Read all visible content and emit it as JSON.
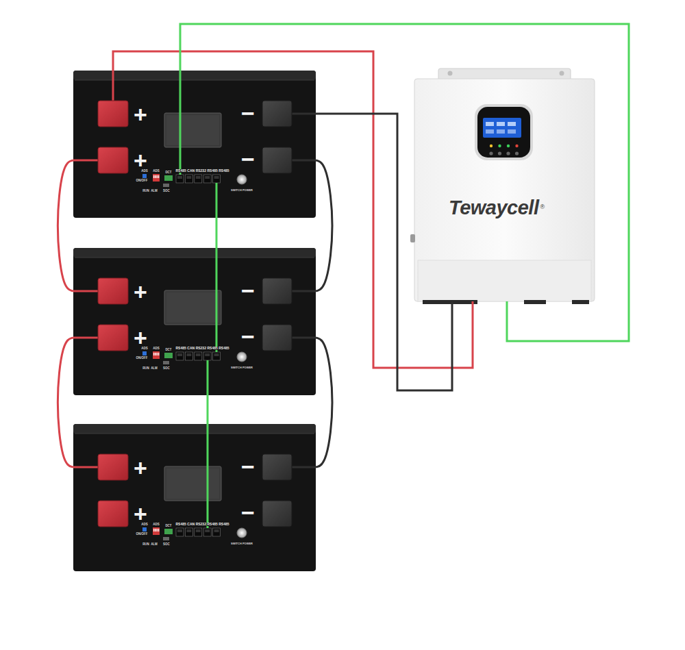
{
  "diagram": {
    "nodes": [
      {
        "text": [
          "+",
          "+",
          "−",
          "−",
          "RS485",
          "CAN",
          "RS232",
          "RS485",
          "RS485",
          "ADS",
          "ON/OFF",
          "ADS",
          "DCT",
          "RUN",
          "ALM",
          "SOC",
          "SWITCH POWER"
        ]
      },
      {
        "text": [
          "+",
          "+",
          "−",
          "−",
          "RS485",
          "CAN",
          "RS232",
          "RS485",
          "RS485",
          "ADS",
          "ON/OFF",
          "ADS",
          "DCT",
          "RUN",
          "ALM",
          "SOC",
          "SWITCH POWER"
        ]
      },
      {
        "text": [
          "+",
          "+",
          "−",
          "−",
          "RS485",
          "CAN",
          "RS232",
          "RS485",
          "RS485",
          "ADS",
          "ON/OFF",
          "ADS",
          "DCT",
          "RUN",
          "ALM",
          "SOC",
          "SWITCH POWER"
        ]
      },
      {
        "text": [
          "Tewaycell",
          "®"
        ]
      }
    ],
    "edges": [
      {
        "from": 0,
        "to": 3,
        "arrow": "none"
      },
      {
        "from": 0,
        "to": 3,
        "arrow": "none"
      },
      {
        "from": 0,
        "to": 3,
        "arrow": "none"
      },
      {
        "from": 0,
        "to": 1,
        "arrow": "none"
      },
      {
        "from": 0,
        "to": 1,
        "arrow": "none"
      },
      {
        "from": 0,
        "to": 1,
        "arrow": "none"
      },
      {
        "from": 1,
        "to": 2,
        "arrow": "none"
      },
      {
        "from": 1,
        "to": 2,
        "arrow": "none"
      },
      {
        "from": 1,
        "to": 2,
        "arrow": "none"
      }
    ]
  }
}
